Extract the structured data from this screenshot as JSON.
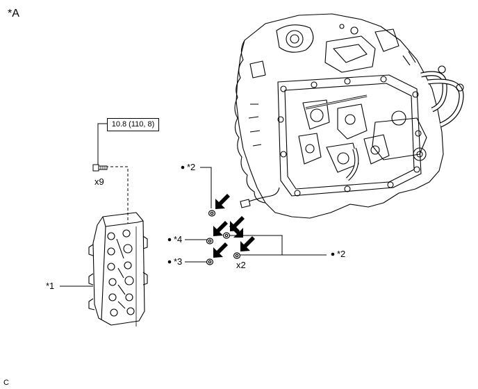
{
  "figure_label": "*A",
  "torque_spec": "10.8 (110, 8)",
  "bolt_qty": "x9",
  "callouts": {
    "part1": "*1",
    "part2_top": "*2",
    "part2_right": "*2",
    "part3": "*3",
    "part4": "*4"
  },
  "part2_qty": "x2",
  "page_marker": "C",
  "icons": [
    "bullet-dot-icon",
    "insertion-arrow-icon",
    "o-ring-icon",
    "bolt-icon"
  ]
}
